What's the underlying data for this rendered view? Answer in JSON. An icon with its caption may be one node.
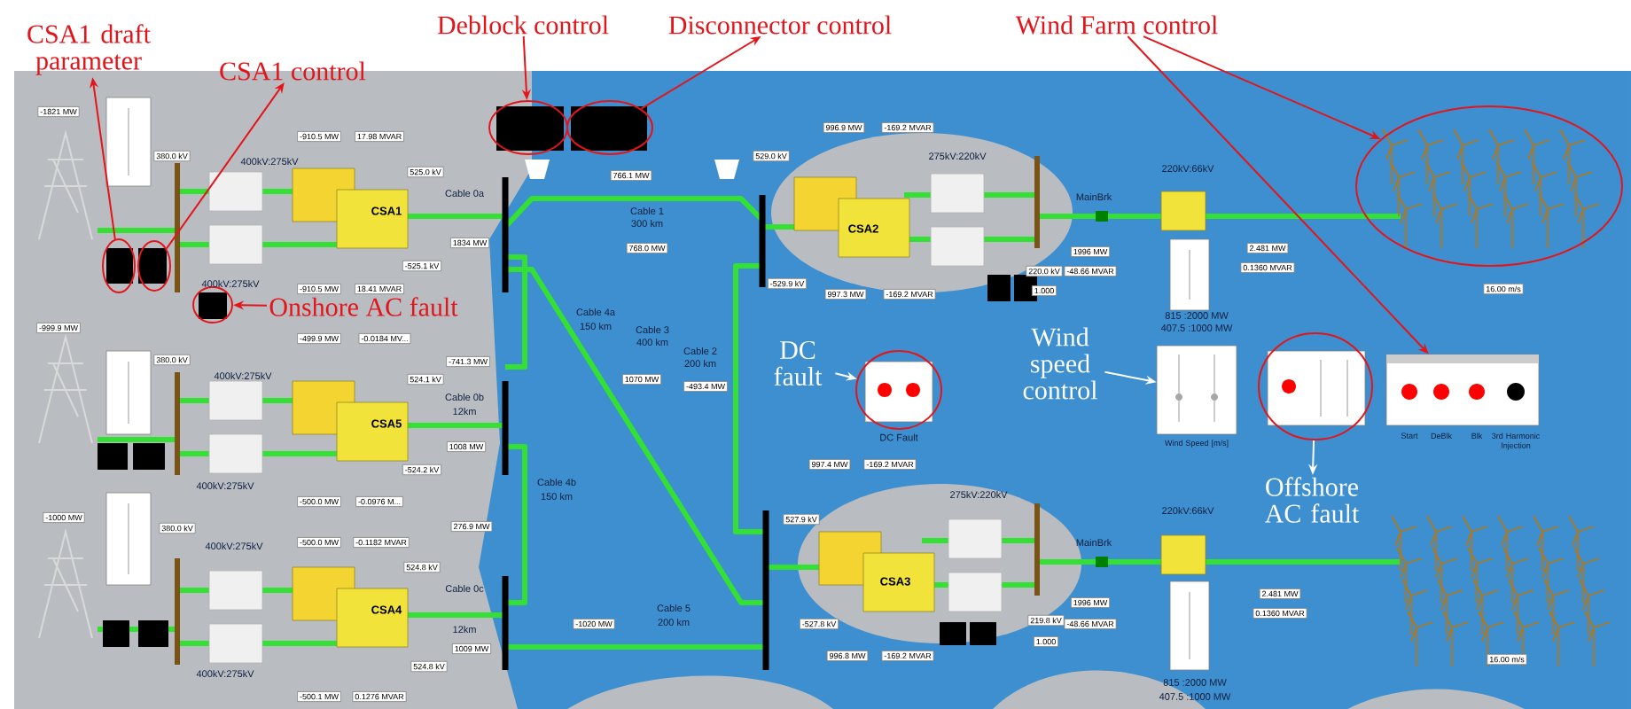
{
  "diagram": {
    "nodes": [
      {
        "text": [
          "CSA1 draft parameter"
        ]
      },
      {
        "text": [],
        "shape": "circle"
      },
      {
        "text": [
          "CSA1 control"
        ]
      },
      {
        "text": [],
        "shape": "circle"
      },
      {
        "text": [
          "Deblock control"
        ]
      },
      {
        "text": [],
        "shape": "circle"
      },
      {
        "text": [
          "Disconnector control"
        ]
      },
      {
        "text": [],
        "shape": "circle"
      },
      {
        "text": [
          "Wind Farm control"
        ]
      },
      {
        "text": [],
        "shape": "circle"
      },
      {
        "text": [
          "Start",
          "DeBlk",
          "Blk",
          "3rd Harmonic Injection"
        ]
      },
      {
        "text": [
          "Onshore AC fault"
        ]
      },
      {
        "text": [],
        "shape": "circle"
      },
      {
        "text": [
          "DC fault"
        ]
      },
      {
        "text": [],
        "shape": "circle",
        "beside": [
          "DC Fault"
        ]
      },
      {
        "text": [
          "Wind speed control"
        ]
      },
      {
        "text": [
          "Wind Speed [m/s]"
        ]
      },
      {
        "text": [
          "Offshore AC fault"
        ]
      },
      {
        "text": [],
        "shape": "circle"
      }
    ],
    "edges": [
      {
        "from": 1,
        "to": 0,
        "arrow": "to"
      },
      {
        "from": 3,
        "to": 2,
        "arrow": "to"
      },
      {
        "from": 4,
        "to": 5,
        "arrow": "to"
      },
      {
        "from": 7,
        "to": 6,
        "arrow": "to"
      },
      {
        "from": 8,
        "to": 9,
        "arrow": "to"
      },
      {
        "from": 8,
        "to": 10,
        "arrow": "to"
      },
      {
        "from": 11,
        "to": 12,
        "arrow": "to"
      },
      {
        "from": 13,
        "to": 14,
        "arrow": "to",
        "color": "#ffffff"
      },
      {
        "from": 15,
        "to": 16,
        "arrow": "to",
        "color": "#ffffff"
      },
      {
        "from": 18,
        "to": 17,
        "arrow": "to",
        "color": "#ffffff"
      }
    ],
    "labels": [
      "-1821 MW",
      "380.0 kV",
      "400kV:275kV",
      "-910.5 MW",
      "17.98 MVAR",
      "525.0 kV",
      "CSA1",
      "Cable 0a",
      "1834 MW",
      "-525.1 kV",
      "400kV:275kV",
      "-910.5 MW",
      "18.41 MVAR",
      "-999.9 MW",
      "380.0 kV",
      "-499.9 MW",
      "-0.0184 MV...",
      "Cable 4a",
      "150 km",
      "-741.3 MW",
      "400kV:275kV",
      "524.1 kV",
      "CSA5",
      "Cable 0b",
      "12km",
      "1008 MW",
      "-524.2 kV",
      "400kV:275kV",
      "-500.0 MW",
      "-0.0976 M...",
      "Cable 4b",
      "150 km",
      "-1000 MW",
      "380.0 kV",
      "276.9 MW",
      "400kV:275kV",
      "-500.0 MW",
      "-0.1182 MVAR",
      "524.8 kV",
      "Cable 0c",
      "CSA4",
      "12km",
      "1009 MW",
      "524.8 kV",
      "400kV:275kV",
      "-500.1 MW",
      "0.1276 MVAR",
      "529.0 kV",
      "766.1 MW",
      "Cable 1",
      "300 km",
      "768.0 MW",
      "-529.9 kV",
      "Cable 3",
      "400 km",
      "Cable 2",
      "200 km",
      "1070 MW",
      "-493.4 MW",
      "527.9 kV",
      "-1020 MW",
      "Cable 5",
      "200 km",
      "996.9 MW",
      "-169.2 MVAR",
      "275kV:220kV",
      "CSA2",
      "997.3 MW",
      "-169.2 MVAR",
      "220.0 kV",
      "1.000",
      "997.4 MW",
      "-169.2 MVAR",
      "275kV:220kV",
      "CSA3",
      "-527.8 kV",
      "219.8 kV",
      "1.000",
      "996.8 MW",
      "-169.2 MVAR",
      "220kV:66kV",
      "MainBrk",
      "1996 MW",
      "-48.66 MVAR",
      "2.481 MW",
      "0.1360 MVAR",
      "815 :2000 MW",
      "407.5 :1000 MW",
      "16.00 m/s",
      "220kV:66kV",
      "MainBrk",
      "1996 MW",
      "-48.66 MVAR",
      "2.481 MW",
      "0.1360 MVAR",
      "815 :2000 MW",
      "407.5 :1000 MW",
      "16.00 m/s"
    ]
  }
}
